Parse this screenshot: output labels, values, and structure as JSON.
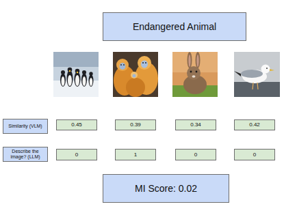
{
  "diagram": {
    "nodes": [
      {
        "text": [
          "Endangered Animal"
        ]
      },
      {
        "text": [
          "Similarity (VLM)"
        ]
      },
      {
        "text": [
          "0.45"
        ]
      },
      {
        "text": [
          "0.39"
        ]
      },
      {
        "text": [
          "0.34"
        ]
      },
      {
        "text": [
          "0.42"
        ]
      },
      {
        "text": [
          "Describe the image? (LLM)"
        ]
      },
      {
        "text": [
          "0"
        ]
      },
      {
        "text": [
          "1"
        ]
      },
      {
        "text": [
          "0"
        ]
      },
      {
        "text": [
          "0"
        ]
      },
      {
        "text": [
          "MI Score: 0.02"
        ]
      }
    ]
  }
}
